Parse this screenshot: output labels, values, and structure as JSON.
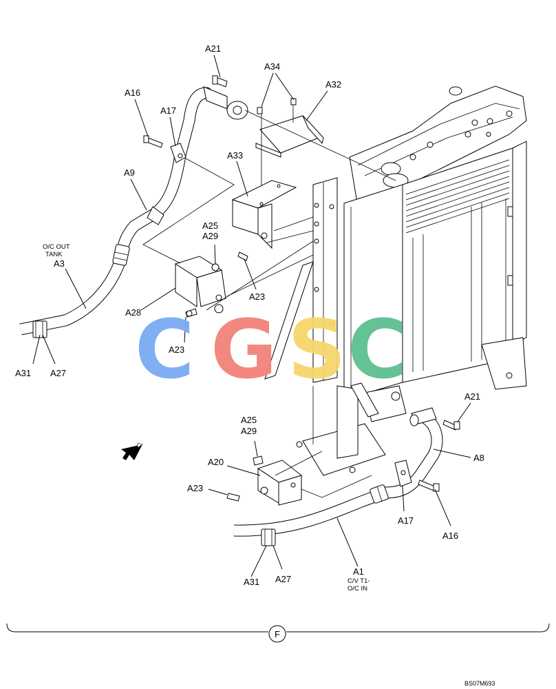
{
  "callouts": {
    "a21_top": "A21",
    "a34": "A34",
    "a32": "A32",
    "a16_top": "A16",
    "a17_top": "A17",
    "a33": "A33",
    "a9": "A9",
    "a25_top": "A25",
    "a29_top": "A29",
    "a3": "A3",
    "a23_mid": "A23",
    "a28": "A28",
    "a23_left": "A23",
    "a31_left": "A31",
    "a27_left": "A27",
    "a21_bot": "A21",
    "a8": "A8",
    "a25_bot": "A25",
    "a29_bot": "A29",
    "a20": "A20",
    "a23_bot": "A23",
    "a17_bot": "A17",
    "a16_bot": "A16",
    "a31_bot": "A31",
    "a27_bot": "A27",
    "a1": "A1"
  },
  "notes": {
    "oc_out_line1": "O/C OUT",
    "oc_out_line2": "TANK",
    "cv_line1": "C/V T1-",
    "cv_line2": "O/C IN"
  },
  "section_marker": "F",
  "drawing_ref": "BS07M693",
  "watermark": {
    "letters": [
      "C",
      "G",
      "S",
      "C"
    ],
    "colors": [
      "#7aaaf2",
      "#f2827a",
      "#f7d56a",
      "#5cbf90"
    ]
  }
}
